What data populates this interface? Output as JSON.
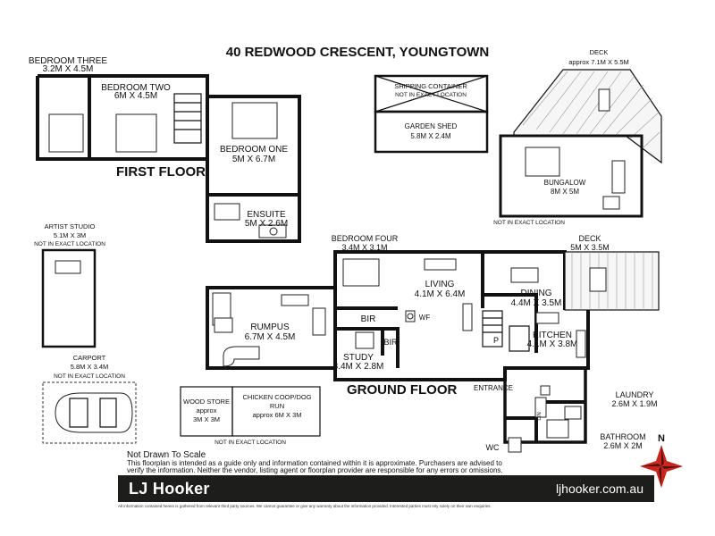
{
  "title": "40 REDWOOD CRESCENT,  YOUNGTOWN",
  "floors": {
    "first": "FIRST FLOOR",
    "ground": "GROUND FLOOR"
  },
  "rooms": {
    "bedroom_three": {
      "name": "BEDROOM THREE",
      "size": "3.2M X 4.5M"
    },
    "bedroom_two": {
      "name": "BEDROOM TWO",
      "size": "6M X 4.5M"
    },
    "bedroom_one": {
      "name": "BEDROOM ONE",
      "size": "5M X 6.7M"
    },
    "ensuite": {
      "name": "ENSUITE",
      "size": "5M X 2.6M"
    },
    "shipping_container": {
      "name": "SHIPPING CONTAINER",
      "note": "NOT IN EXACT LOCATION"
    },
    "garden_shed": {
      "name": "GARDEN SHED",
      "size": "5.8M X 2.4M"
    },
    "deck_top": {
      "name": "DECK",
      "size": "approx 7.1M X 5.5M"
    },
    "bungalow": {
      "name": "BUNGALOW",
      "size": "8M X 5M",
      "note": "NOT IN EXACT LOCATION"
    },
    "artist_studio": {
      "name": "ARTIST STUDIO",
      "size": "5.1M X 3M",
      "note": "NOT IN EXACT LOCATION"
    },
    "carport": {
      "name": "CARPORT",
      "size": "5.8M X 3.4M",
      "note": "NOT IN EXACT LOCATION"
    },
    "bedroom_four": {
      "name": "BEDROOM FOUR",
      "size": "3.4M X 3.1M"
    },
    "deck_right": {
      "name": "DECK",
      "size": "5M X 3.5M"
    },
    "living": {
      "name": "LIVING",
      "size": "4.1M X 6.4M"
    },
    "dining": {
      "name": "DINING",
      "size": "4.4M X 3.5M"
    },
    "rumpus": {
      "name": "RUMPUS",
      "size": "6.7M X 4.5M"
    },
    "bir1": {
      "name": "BIR"
    },
    "bir2": {
      "name": "BIR"
    },
    "wf": {
      "name": "WF"
    },
    "pantry": {
      "name": "P"
    },
    "study": {
      "name": "STUDY",
      "size": "3.4M X 2.8M"
    },
    "kitchen": {
      "name": "KITCHEN",
      "size": "4.1M X 3.8M"
    },
    "entrance": {
      "name": "ENTRANCE"
    },
    "laundry": {
      "name": "LAUNDRY",
      "size": "2.6M X 1.9M"
    },
    "lin": {
      "name": "LIN"
    },
    "wc": {
      "name": "WC"
    },
    "bathroom": {
      "name": "BATHROOM",
      "size": "2.6M X 2M"
    },
    "wood_store": {
      "name": "WOOD STORE",
      "size1": "approx",
      "size2": "3M X 3M"
    },
    "chicken_coop": {
      "name1": "CHICKEN COOP/DOG",
      "name2": "RUN",
      "size": "approx 6M X 3M"
    },
    "outbuilding_note": "NOT IN EXACT LOCATION"
  },
  "compass": {
    "label": "N"
  },
  "disclaimer": {
    "heading": "Not Drawn To Scale",
    "line1": "This floorplan is intended as a guide only and information contained within it is approximate. Purchasers are advised to",
    "line2": "verify the information. Neither the vendor, listing agent or floorplan provider are responsible for any errors or omissions."
  },
  "footer": {
    "brand": "LJ Hooker",
    "website": "ljhooker.com.au",
    "fine_print": "All information contained herein is gathered from relevant third party sources. We cannot guarantee or give any warranty about the information provided. Interested parties must rely solely on their own enquiries."
  },
  "colors": {
    "ink": "#111111",
    "footer_bg": "#1d1d1b",
    "compass_red": "#c8261c",
    "compass_dark": "#5a0f0a"
  }
}
